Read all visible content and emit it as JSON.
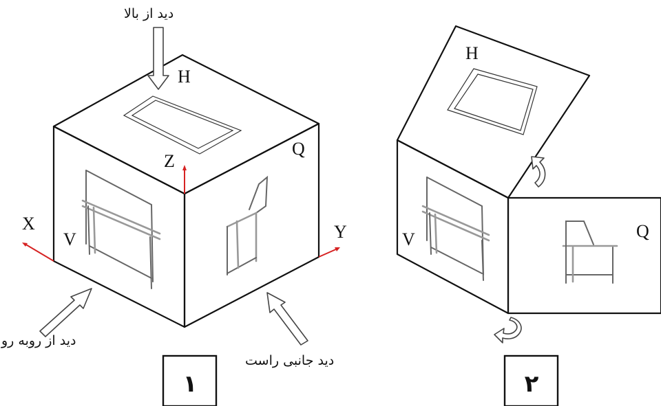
{
  "figure1": {
    "top_view_caption": "دید از بالا",
    "front_view_caption": "دید از روبه رو",
    "side_view_caption": "دید جانبی راست",
    "labels": {
      "H": "H",
      "Q": "Q",
      "V": "V",
      "X": "X",
      "Y": "Y",
      "Z": "Z"
    },
    "number": "۱"
  },
  "figure2": {
    "labels": {
      "H": "H",
      "V": "V",
      "Q": "Q"
    },
    "number": "۲"
  },
  "colors": {
    "axis": "#d62222",
    "edge": "#111111"
  }
}
